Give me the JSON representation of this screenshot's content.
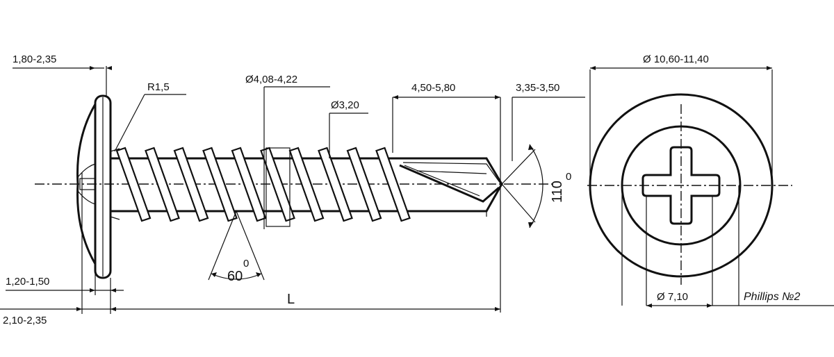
{
  "labels": {
    "head_thickness": "1,80-2,35",
    "fillet_radius": "R1,5",
    "outer_diameter": "Ø4,08-4,22",
    "core_diameter": "Ø3,20",
    "drill_length": "4,50-5,80",
    "drill_tip": "3,35-3,50",
    "head_diameter": "Ø 10,60-11,40",
    "washer_thickness": "1,20-1,50",
    "head_height": "2,10-2,35",
    "length": "L",
    "thread_angle": "60",
    "point_angle": "110",
    "recess_diameter": "Ø 7,10",
    "drive_type": "Phillips №2",
    "degree_mark": "0"
  }
}
